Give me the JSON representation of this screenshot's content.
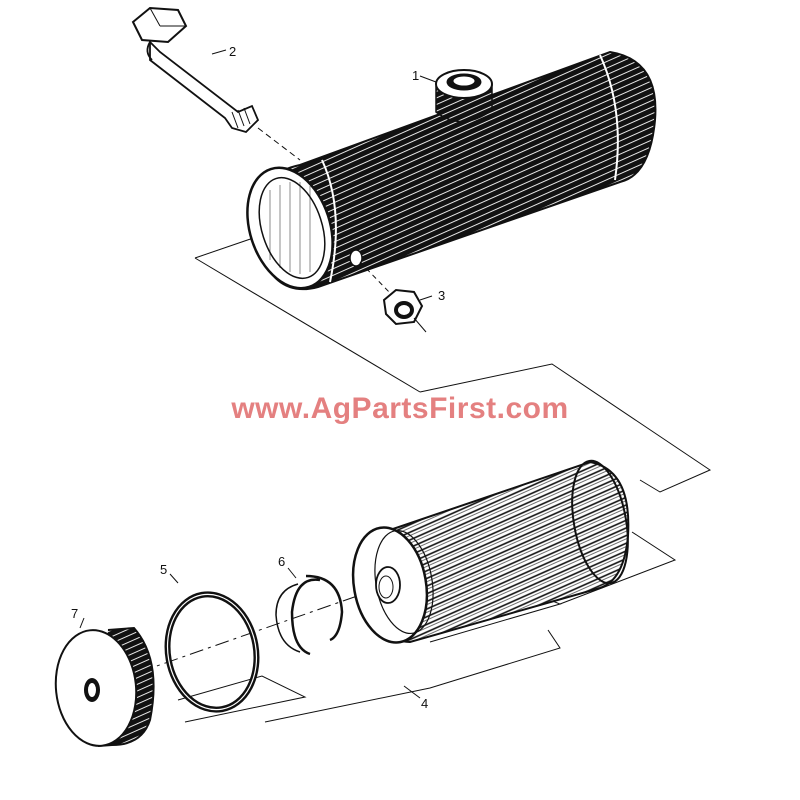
{
  "diagram": {
    "callouts": {
      "c1": "1",
      "c2": "2",
      "c3": "3",
      "c4": "4",
      "c5": "5",
      "c6": "6",
      "c7": "7"
    },
    "parts": [
      {
        "id": "1",
        "name": "filter-housing"
      },
      {
        "id": "2",
        "name": "bolt"
      },
      {
        "id": "3",
        "name": "nut"
      },
      {
        "id": "4",
        "name": "filter-element"
      },
      {
        "id": "5",
        "name": "o-ring"
      },
      {
        "id": "6",
        "name": "snap-ring"
      },
      {
        "id": "7",
        "name": "end-cap"
      }
    ],
    "colors": {
      "ink": "#111111",
      "watermark": "#e06a6a",
      "background": "#ffffff"
    }
  },
  "watermark": "www.AgPartsFirst.com"
}
